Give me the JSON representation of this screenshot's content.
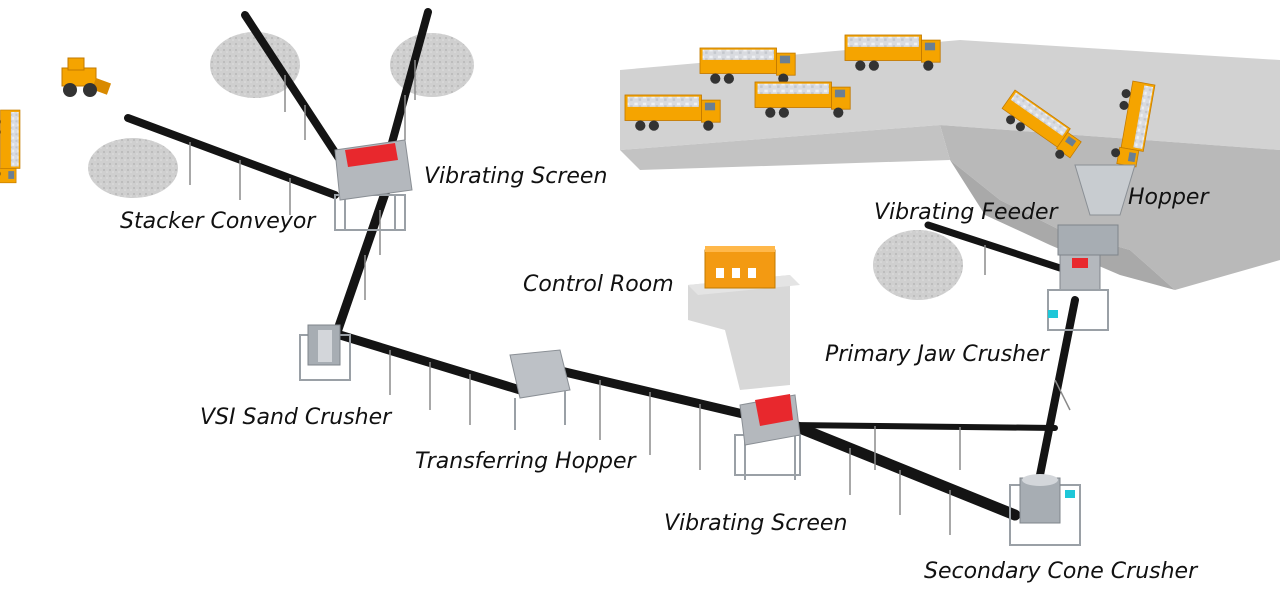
{
  "labels": {
    "vibrating_screen_top": "Vibrating Screen",
    "stacker_conveyor": "Stacker Conveyor",
    "control_room": "Control Room",
    "vibrating_feeder": "Vibrating Feeder",
    "hopper": "Hopper",
    "primary_jaw_crusher": "Primary Jaw Crusher",
    "vsi_sand_crusher": "VSI Sand Crusher",
    "transferring_hopper": "Transferring Hopper",
    "vibrating_screen_bottom": "Vibrating Screen",
    "secondary_cone_crusher": "Secondary Cone Crusher"
  },
  "colors": {
    "truck_body": "#f5a400",
    "truck_dark": "#d98a00",
    "belt": "#141414",
    "screen_red": "#e8282d",
    "platform": "#c9c9c9",
    "platform_side": "#b4b4b4",
    "stockpile": "#c8c8c8",
    "steel": "#9aa0a6",
    "room_orange": "#f39a12",
    "accent_cyan": "#1ec7d8"
  }
}
